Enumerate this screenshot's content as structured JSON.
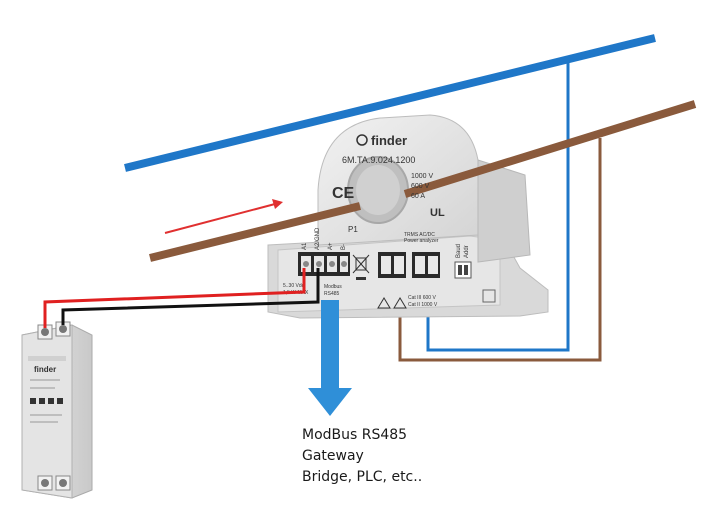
{
  "meter": {
    "brand": "finder",
    "model": "6M.TA.9.024.1200",
    "ce_mark": "CE",
    "spec_lines": [
      "1000 V",
      "600 V",
      "60 A"
    ],
    "label_p1": "P1",
    "terminal_labels": [
      "A1",
      "A2/GND",
      "A+",
      "B-"
    ],
    "rating_line1": "5..30 Vdc",
    "rating_line2": "1,5 W MAX",
    "modbus_line1": "Modbus",
    "modbus_line2": "RS485",
    "power_analyzer_line1": "TRMS AC/DC",
    "power_analyzer_line2": "Power analyzer",
    "baud_label": "Baud",
    "addr_label": "Addr",
    "cat_line1": "Cat III 600 V",
    "cat_line2": "Cat II 1000 V",
    "cert_mark": "UL"
  },
  "psu": {
    "brand": "finder"
  },
  "caption": {
    "line1": "ModBus RS485",
    "line2": "Gateway",
    "line3": "Bridge, PLC, etc.."
  },
  "colors": {
    "blue_wire": "#1f77c8",
    "brown_wire": "#8a5a3c",
    "red_wire": "#e02020",
    "black_wire": "#111111",
    "arrow": "#2f8fd8",
    "current_arrow": "#e03030"
  }
}
